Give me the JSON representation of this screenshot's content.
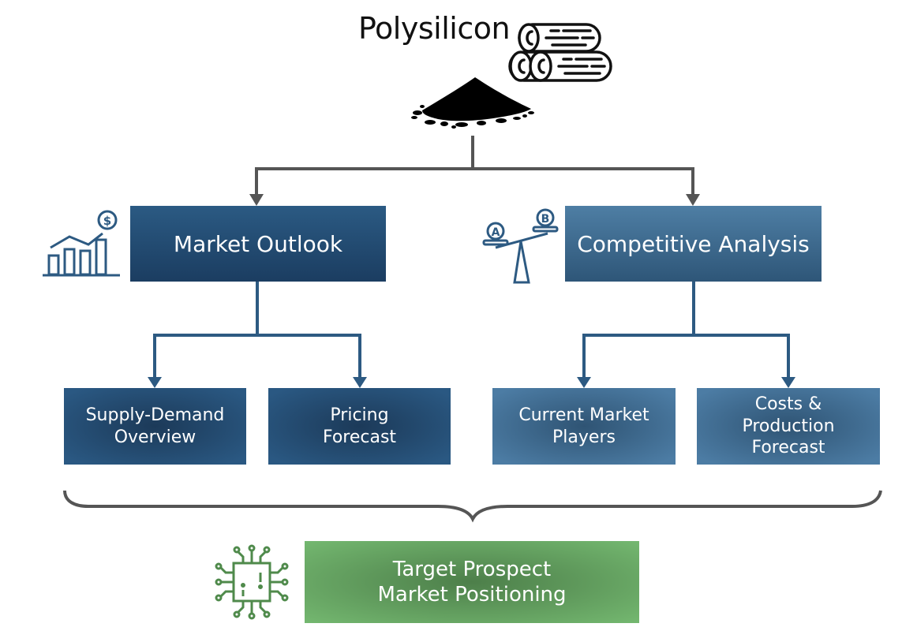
{
  "title": "Polysilicon",
  "colors": {
    "connector_gray": "#555555",
    "connector_blue": "#2d5a82",
    "dark_blue": "#1f4468",
    "steel_blue": "#4a7aa0",
    "green": "#6fb36b",
    "icon_blue": "#2d5a82",
    "icon_green": "#4f8a4b"
  },
  "icons": {
    "logs": "logs-icon",
    "powder": "powder-pile-icon",
    "growth_chart": "growth-chart-dollar-icon",
    "scale": "balance-scale-ab-icon",
    "chip": "circuit-chip-icon"
  },
  "branches": {
    "left": {
      "label": "Market Outlook",
      "children": [
        {
          "lines": [
            "Supply-Demand",
            "Overview"
          ]
        },
        {
          "lines": [
            "Pricing",
            "Forecast"
          ]
        }
      ]
    },
    "right": {
      "label": "Competitive Analysis",
      "children": [
        {
          "lines": [
            "Current Market",
            "Players"
          ]
        },
        {
          "lines": [
            "Costs &",
            "Production",
            "Forecast"
          ]
        }
      ]
    }
  },
  "scale_labels": {
    "a": "A",
    "b": "B"
  },
  "dollar_symbol": "$",
  "outcome": {
    "lines": [
      "Target Prospect",
      "Market Positioning"
    ]
  }
}
